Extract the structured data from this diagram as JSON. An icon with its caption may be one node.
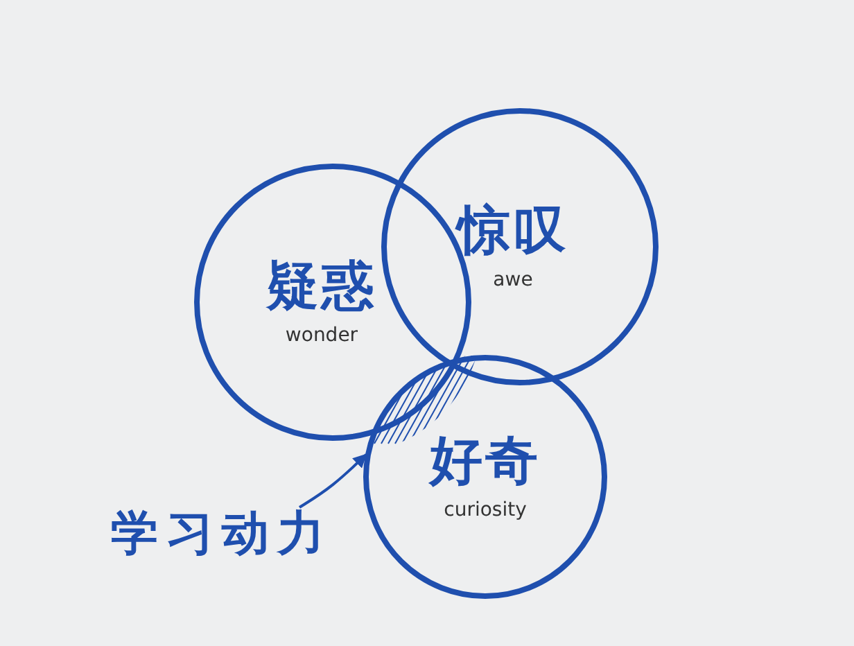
{
  "diagram": {
    "nodes": [
      {
        "text": [
          "疑惑",
          "wonder"
        ]
      },
      {
        "text": [
          "惊叹",
          "awe"
        ]
      },
      {
        "text": [
          "好奇",
          "curiosity"
        ]
      },
      {
        "text": [
          "学习动力"
        ]
      },
      {
        "text": [],
        "shape": "region"
      }
    ],
    "edges": [
      {
        "from": 3,
        "to": 4,
        "arrow": "to"
      }
    ]
  }
}
